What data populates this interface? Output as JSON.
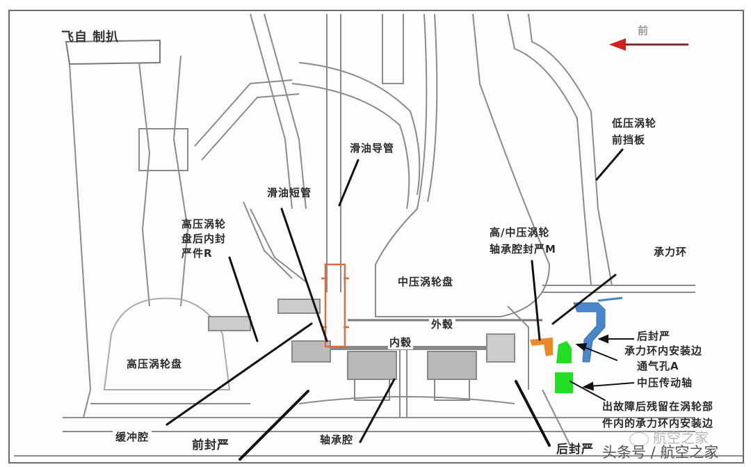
{
  "diagram": {
    "type": "engine turbine cross-section (bearing chamber seals)",
    "direction_indicator": {
      "label": "前",
      "arrow": "left",
      "color": "#d42020"
    },
    "colors": {
      "oil_tube_highlight": "#d0703a",
      "seal_M_highlight": "#e8892a",
      "rear_seal_highlight": "#4a86c8",
      "vent_hole_highlight": "#22dd22",
      "leader_lines": "#111111",
      "outline": "#8a8a8a"
    },
    "labels": {
      "lp_turbine_front_baffle": "低压涡轮\n前挡板",
      "oil_guide_tube": "滑油导管",
      "oil_short_tube": "滑油短管",
      "hp_disc_rear_seal_r": "高压涡轮\n盘后内封\n严件R",
      "hp_ip_bearing_seal_m": "高/中压涡轮\n轴承腔封严M",
      "load_ring": "承力环",
      "ip_turbine_disc": "中压涡轮盘",
      "outer_hub": "外毂",
      "inner_hub": "内毂",
      "rear_seal_right": "后封严",
      "load_ring_inner_flange": "承力环内安装边",
      "vent_hole_a": "通气孔A",
      "ip_drive_shaft": "中压传动轴",
      "failure_note": "出故障后残留在涡轮部\n件内的承力环内安装边",
      "hp_turbine_disc": "高压涡轮盘",
      "buffer_cavity": "缓冲腔",
      "front_seal": "前封严",
      "bearing_cavity": "轴承腔",
      "rear_seal_bottom": "后封严",
      "top_left_fragment": "飞自 制扒"
    },
    "watermark": {
      "wechat": "航空之家",
      "toutiao": "头条号 / 航空之家"
    }
  }
}
